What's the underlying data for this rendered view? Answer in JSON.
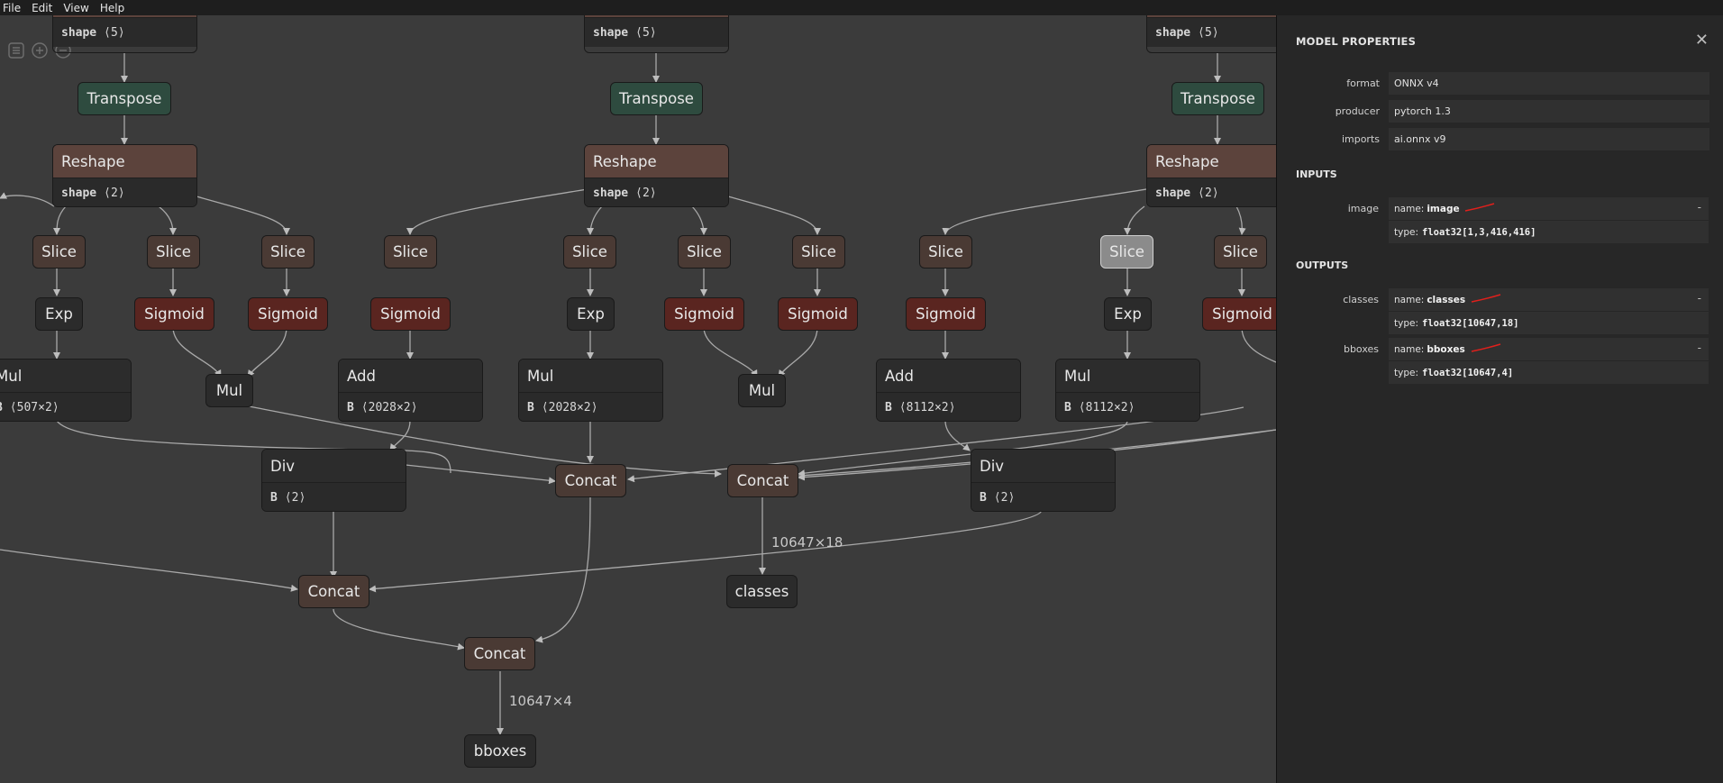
{
  "menu": [
    "File",
    "Edit",
    "View",
    "Help"
  ],
  "toolbar": {
    "icons": [
      "sidebar-icon",
      "zoom-in-icon",
      "zoom-out-icon"
    ]
  },
  "graph": {
    "labels": {
      "shape": "shape",
      "b": "B",
      "shape5": "⟨5⟩",
      "shape2": "⟨2⟩",
      "mul_a": "⟨507×2⟩",
      "add_a": "⟨2028×2⟩",
      "mul_b": "⟨2028×2⟩",
      "add_b": "⟨8112×2⟩",
      "mul_c": "⟨8112×2⟩",
      "div": "⟨2⟩"
    },
    "ops": {
      "transpose": "Transpose",
      "reshape": "Reshape",
      "slice": "Slice",
      "exp": "Exp",
      "sigmoid": "Sigmoid",
      "mul": "Mul",
      "add": "Add",
      "div": "Div",
      "concat": "Concat"
    },
    "outputs": {
      "classes": "classes",
      "bboxes": "bboxes"
    },
    "edge_labels": {
      "classes": "10647×18",
      "bboxes": "10647×4"
    }
  },
  "sidebar": {
    "title": "MODEL PROPERTIES",
    "close": "✕",
    "properties": [
      {
        "label": "format",
        "value": "ONNX v4"
      },
      {
        "label": "producer",
        "value": "pytorch 1.3"
      },
      {
        "label": "imports",
        "value": "ai.onnx v9"
      }
    ],
    "inputs_title": "INPUTS",
    "outputs_title": "OUTPUTS",
    "name_prefix": "name:",
    "type_prefix": "type:",
    "expand": "-",
    "inputs": [
      {
        "label": "image",
        "name": "image",
        "type": "float32[1,3,416,416]"
      }
    ],
    "outputs": [
      {
        "label": "classes",
        "name": "classes",
        "type": "float32[10647,18]"
      },
      {
        "label": "bboxes",
        "name": "bboxes",
        "type": "float32[10647,4]"
      }
    ]
  },
  "colors": {
    "canvas": "#3b3b3b",
    "transpose": "#2e4b3f",
    "reshape": "#5c433c",
    "sigmoid": "#5a2520",
    "slice": "#4a3a34",
    "sidebar": "#272727",
    "annotation": "#e0201c"
  }
}
